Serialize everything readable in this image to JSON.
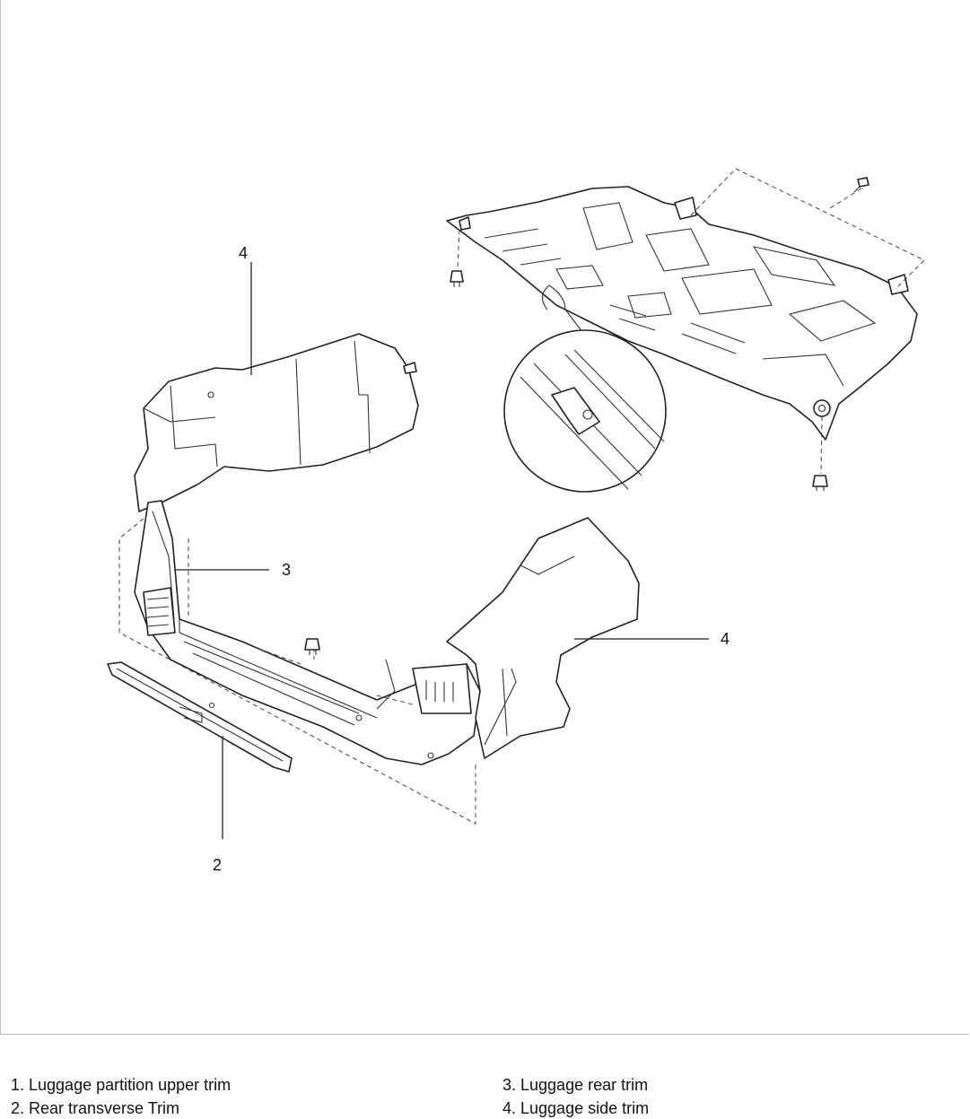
{
  "callouts": {
    "c4_upper": "4",
    "c3": "3",
    "c4_right": "4",
    "c2": "2"
  },
  "legend": {
    "items": [
      "1. Luggage partition upper trim",
      "2. Rear transverse Trim",
      "3. Luggage rear trim",
      "4. Luggage side trim"
    ]
  }
}
